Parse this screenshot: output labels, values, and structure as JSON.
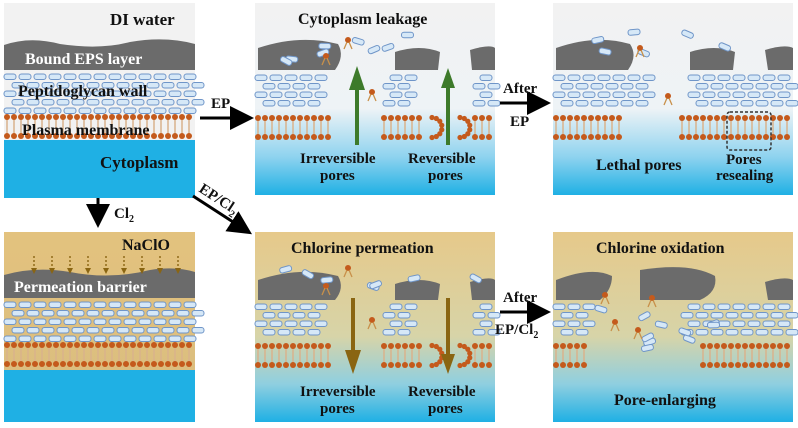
{
  "panel_a": {
    "top_label": "DI water",
    "layer1": "Bound EPS layer",
    "layer2": "Peptidoglycan wall",
    "layer3": "Plasma membrane",
    "bottom_label": "Cytoplasm"
  },
  "panel_b": {
    "top_label": "Cytoplasm leakage",
    "left_label_1": "Irreversible",
    "left_label_2": "pores",
    "right_label_1": "Reversible",
    "right_label_2": "pores"
  },
  "panel_c": {
    "left_label": "Lethal pores",
    "right_label_1": "Pores",
    "right_label_2": "resealing"
  },
  "panel_d": {
    "top_label": "NaClO",
    "layer1": "Permeation barrier"
  },
  "panel_e": {
    "top_label": "Chlorine permeation",
    "left_label_1": "Irreversible",
    "left_label_2": "pores",
    "right_label_1": "Reversible",
    "right_label_2": "pores"
  },
  "panel_f": {
    "top_label": "Chlorine oxidation",
    "bottom_label": "Pore-enlarging"
  },
  "arrows": {
    "ab": "EP",
    "bc_1": "After",
    "bc_2": "EP",
    "ad_main": "Cl",
    "ad_sub": "2",
    "ae_main": "EP/Cl",
    "ae_sub": "2",
    "ef_1": "After",
    "ef_2_main": "EP/Cl",
    "ef_2_sub": "2"
  },
  "colors": {
    "water": "#efefef",
    "cytoplasm": "#29b6e6",
    "naclo": "#e3c27e",
    "eps": "#6b6b6b",
    "wall_fill": "#d6e8f7",
    "wall_stroke": "#6f95c8",
    "lipid_head": "#c45a1c",
    "up_arrow": "#3d7a2a",
    "down_arrow": "#8a6512"
  }
}
